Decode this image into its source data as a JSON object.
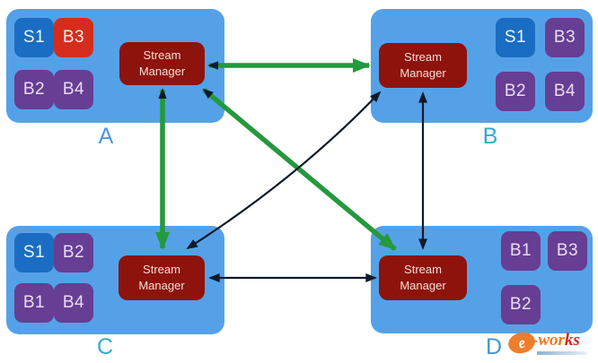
{
  "palette": {
    "cluster_bg": "#55a1e8",
    "spout_blue": "#1a6dc2",
    "highlight_red": "#d42d1d",
    "bolt_purple": "#663e93",
    "manager_red": "#8e130c",
    "edge_green": "#24993d",
    "edge_black": "#0d1a2b",
    "label_blue": "#4e96d9",
    "label_teal": "#2fadca"
  },
  "clusters": [
    {
      "id": "A",
      "label": "A",
      "manager_label": "Stream\nManager",
      "boxes": [
        {
          "label": "S1",
          "kind": "spout"
        },
        {
          "label": "B3",
          "kind": "bolt-highlighted"
        },
        {
          "label": "B2",
          "kind": "bolt"
        },
        {
          "label": "B4",
          "kind": "bolt"
        }
      ]
    },
    {
      "id": "B",
      "label": "B",
      "manager_label": "Stream\nManager",
      "boxes": [
        {
          "label": "S1",
          "kind": "spout"
        },
        {
          "label": "B3",
          "kind": "bolt"
        },
        {
          "label": "B2",
          "kind": "bolt"
        },
        {
          "label": "B4",
          "kind": "bolt"
        }
      ]
    },
    {
      "id": "C",
      "label": "C",
      "manager_label": "Stream\nManager",
      "boxes": [
        {
          "label": "S1",
          "kind": "spout"
        },
        {
          "label": "B2",
          "kind": "bolt"
        },
        {
          "label": "B1",
          "kind": "bolt"
        },
        {
          "label": "B4",
          "kind": "bolt"
        }
      ]
    },
    {
      "id": "D",
      "label": "D",
      "manager_label": "Stream\nManager",
      "boxes": [
        {
          "label": "B1",
          "kind": "bolt"
        },
        {
          "label": "B3",
          "kind": "bolt"
        },
        {
          "label": "B2",
          "kind": "bolt"
        }
      ]
    }
  ],
  "edges": [
    {
      "from": "A",
      "to": "B",
      "style": "green-primary",
      "bidirectional": true
    },
    {
      "from": "A",
      "to": "C",
      "style": "green-primary",
      "bidirectional": true
    },
    {
      "from": "A",
      "to": "D",
      "style": "green-primary",
      "bidirectional": true
    },
    {
      "from": "C",
      "to": "B",
      "style": "black-secondary",
      "bidirectional": true
    },
    {
      "from": "B",
      "to": "D",
      "style": "black-secondary",
      "bidirectional": true
    },
    {
      "from": "C",
      "to": "D",
      "style": "black-secondary",
      "bidirectional": true
    }
  ],
  "watermark": {
    "e": "e",
    "head": "-wor",
    "tail": "ks"
  }
}
